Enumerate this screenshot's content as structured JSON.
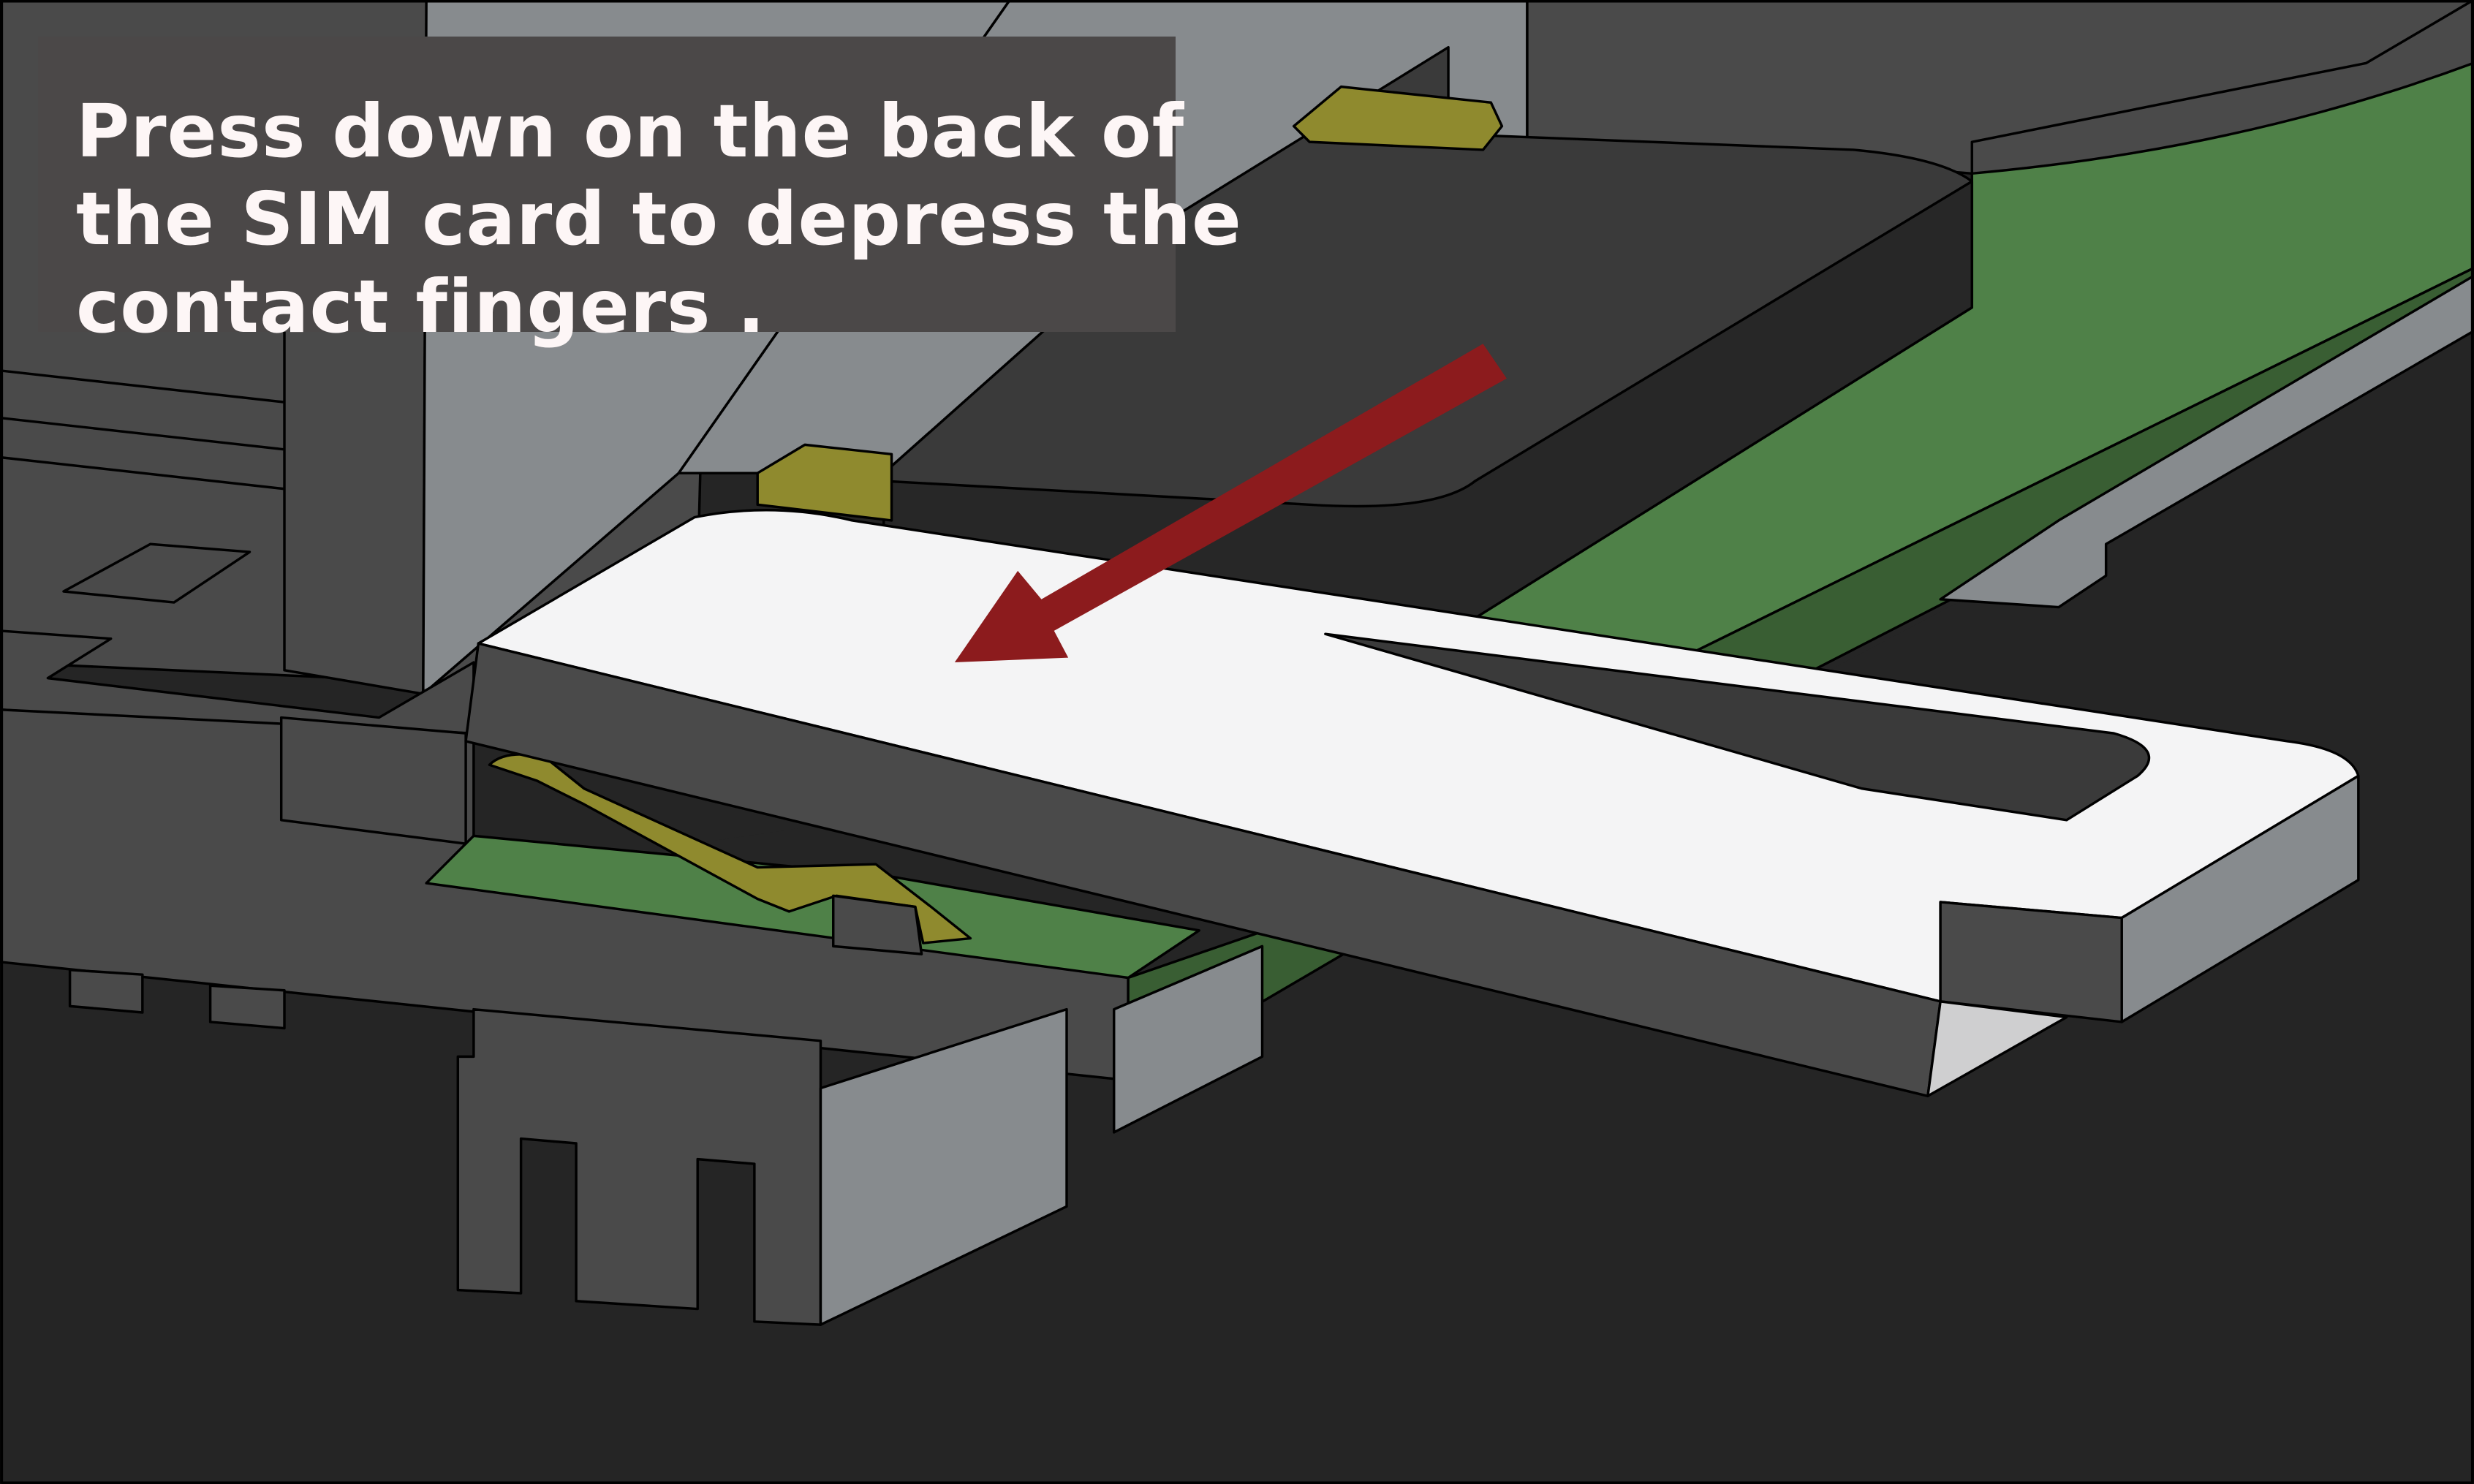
{
  "caption": {
    "lines": [
      "Press down on the back of",
      "the SIM card to depress the",
      "contact fingers ."
    ]
  },
  "colors": {
    "background": "#252525",
    "housing_dark": "#4a4a4a",
    "housing_light": "#878b8e",
    "pcb_green": "#4f8148",
    "pcb_green_dark": "#395e33",
    "contact_gold": "#8f8a2e",
    "sim_card_top": "#f4f4f5",
    "sim_card_side": "#4a4a4a",
    "arrow": "#8c1b1d",
    "caption_bg": "#4b4848"
  },
  "icons": {
    "arrow": "arrow-down-left-icon"
  }
}
